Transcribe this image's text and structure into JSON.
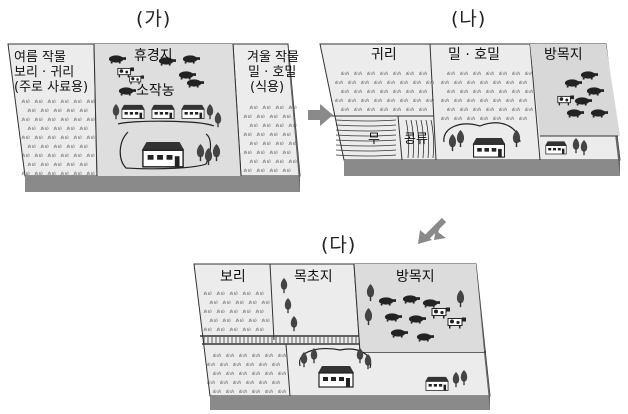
{
  "panels": [
    {
      "title": "(가)",
      "labels": {
        "summer_crops": [
          "여름 작물",
          "보리 · 귀리",
          "(주로 사료용)"
        ],
        "fallow": "휴경지",
        "tenant": "소작농",
        "winter_crops": [
          "겨울 작물",
          "밀 · 호밀",
          "(식용)"
        ]
      }
    },
    {
      "title": "(나)",
      "labels": {
        "oats": "귀리",
        "wheat_rye": "밀 · 호밀",
        "pasture": "방목지",
        "turnip": "무",
        "legumes": "콩류"
      }
    },
    {
      "title": "(다)",
      "labels": {
        "barley": "보리",
        "meadow": "목초지",
        "pasture": "방목지"
      }
    }
  ],
  "icons": [
    "arrow-right-icon",
    "arrow-down-left-icon",
    "pig-icon",
    "cow-icon",
    "tree-icon",
    "house-icon",
    "grass-tuft-icon"
  ],
  "colors": {
    "field_light": "#ececec",
    "field_mid": "#d6d6d6",
    "side_dark": "#7a7a7a",
    "arrow": "#8a8a8a",
    "line": "#333333"
  }
}
